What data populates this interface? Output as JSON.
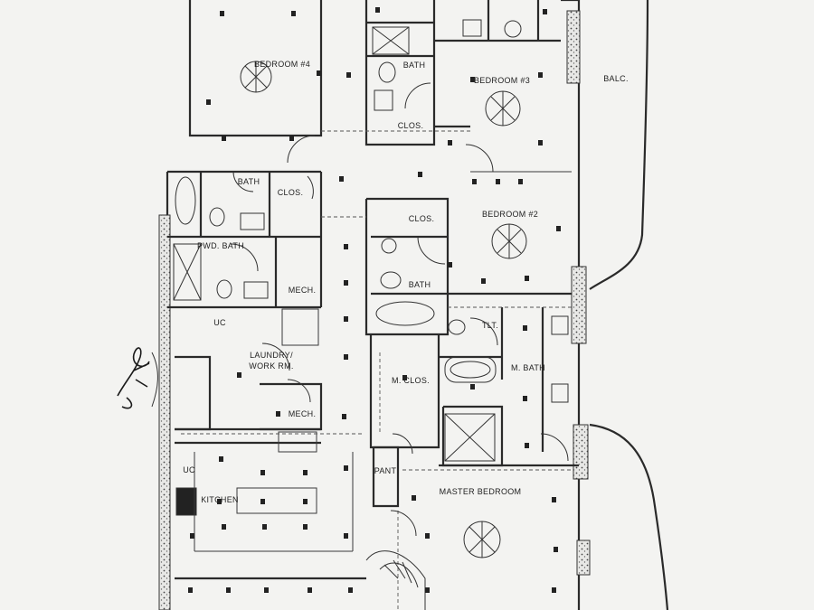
{
  "rooms": {
    "bedroom_4": "BEDROOM #4",
    "bath_top": "BATH",
    "bedroom_3": "BEDROOM #3",
    "balcony": "BALC.",
    "clos_top": "CLOS.",
    "bath_left": "BATH",
    "clos_left": "CLOS.",
    "pwd_bath": "PWD. BATH",
    "bedroom_2": "BEDROOM #2",
    "clos_mid": "CLOS.",
    "bath_mid": "BATH",
    "mech_upper": "MECH.",
    "uc_laundry": "UC",
    "laundry": "LAUNDRY/",
    "work_rm": "WORK RM.",
    "tlt": "TLT.",
    "m_clos": "M. CLOS.",
    "m_bath": "M. BATH",
    "mech_lower": "MECH.",
    "uc_kitchen": "UC",
    "pant": "PANT",
    "kitchen": "KITCHEN",
    "master_bedroom": "MASTER BEDROOM"
  }
}
